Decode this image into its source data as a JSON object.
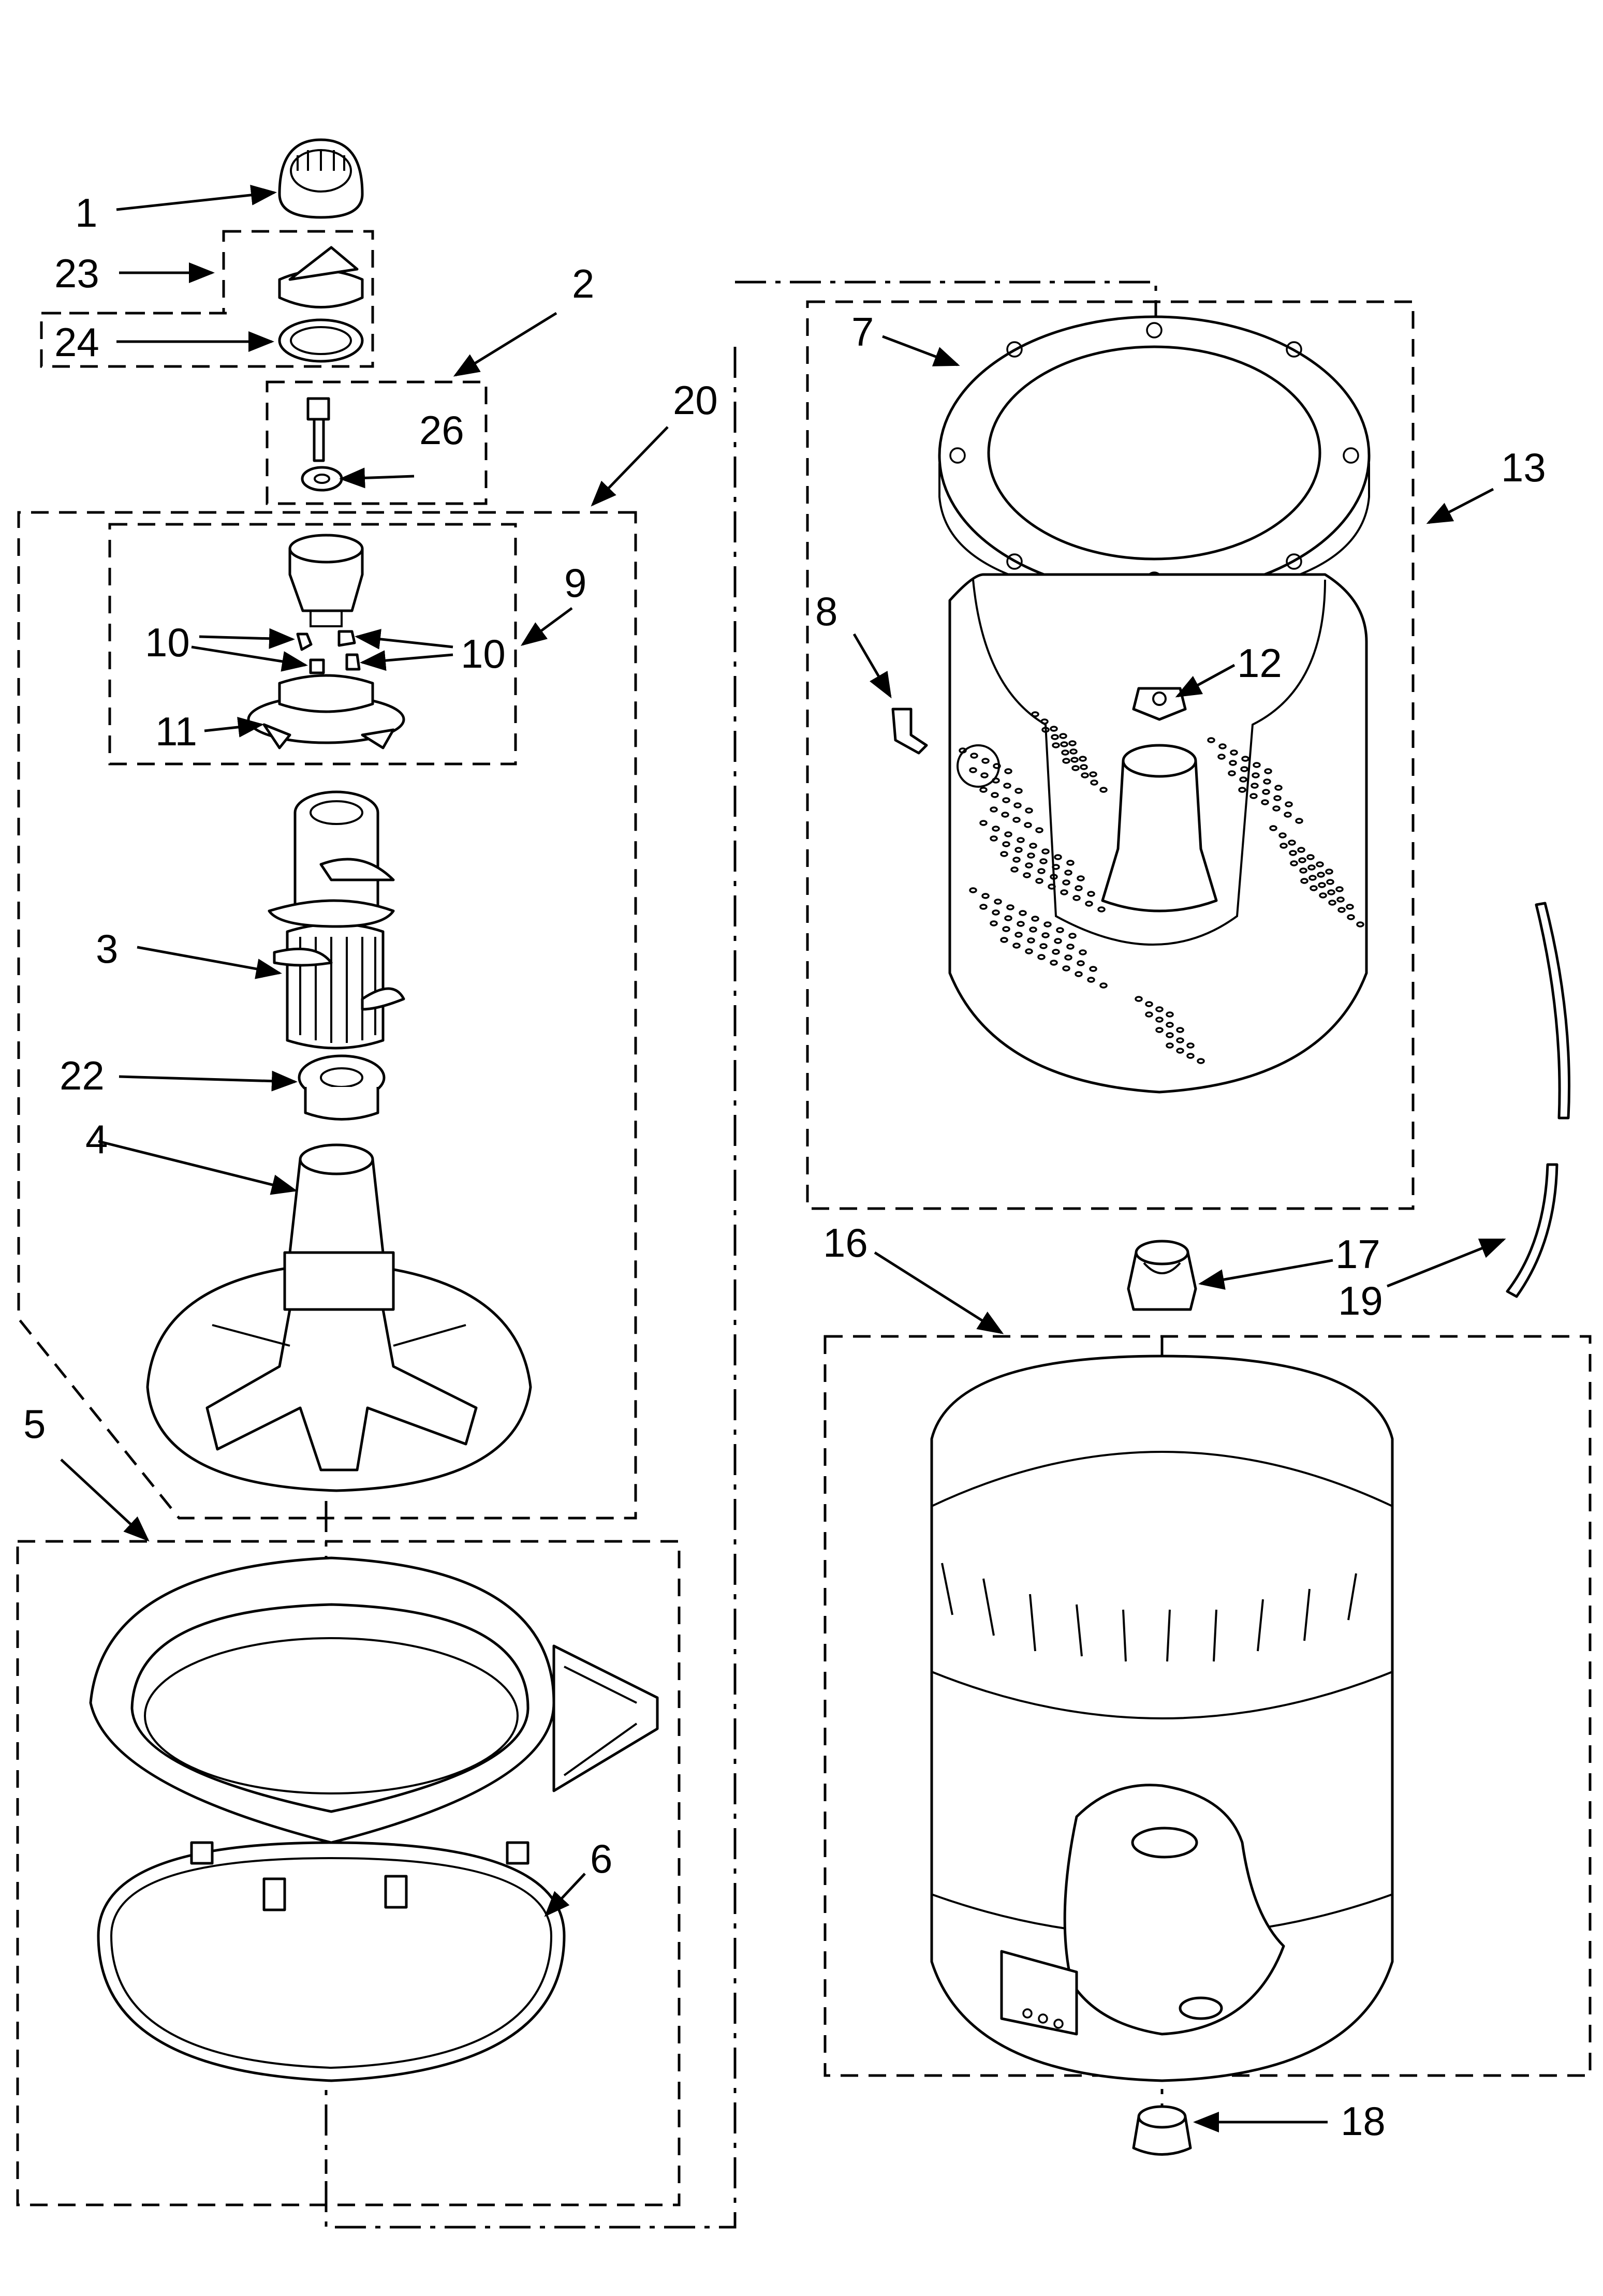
{
  "callouts": [
    {
      "id": "1",
      "text": "1"
    },
    {
      "id": "2",
      "text": "2"
    },
    {
      "id": "3",
      "text": "3"
    },
    {
      "id": "4",
      "text": "4"
    },
    {
      "id": "5",
      "text": "5"
    },
    {
      "id": "6",
      "text": "6"
    },
    {
      "id": "7",
      "text": "7"
    },
    {
      "id": "8",
      "text": "8"
    },
    {
      "id": "9",
      "text": "9"
    },
    {
      "id": "10a",
      "text": "10"
    },
    {
      "id": "10b",
      "text": "10"
    },
    {
      "id": "11",
      "text": "11"
    },
    {
      "id": "12",
      "text": "12"
    },
    {
      "id": "13",
      "text": "13"
    },
    {
      "id": "16",
      "text": "16"
    },
    {
      "id": "17",
      "text": "17"
    },
    {
      "id": "18",
      "text": "18"
    },
    {
      "id": "19",
      "text": "19"
    },
    {
      "id": "20",
      "text": "20"
    },
    {
      "id": "22",
      "text": "22"
    },
    {
      "id": "23",
      "text": "23"
    },
    {
      "id": "24",
      "text": "24"
    },
    {
      "id": "26",
      "text": "26"
    }
  ]
}
